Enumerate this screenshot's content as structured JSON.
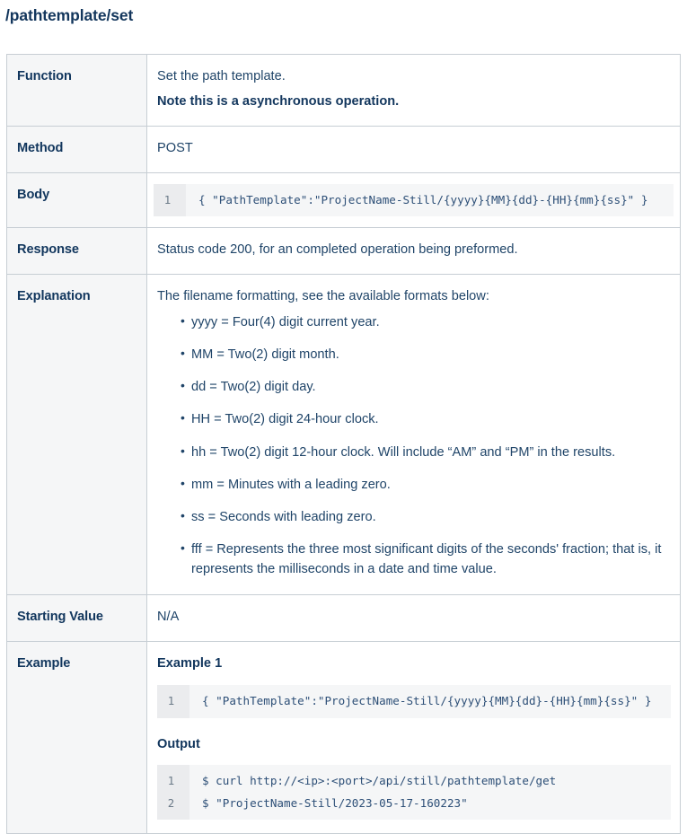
{
  "page": {
    "title": "/pathtemplate/set"
  },
  "table": {
    "rows": {
      "function": {
        "label": "Function",
        "lines": [
          "Set the path template.",
          "Note this is a asynchronous operation."
        ]
      },
      "method": {
        "label": "Method",
        "value": "POST"
      },
      "body": {
        "label": "Body",
        "code": {
          "lines": [
            {
              "number": "1",
              "text": "{ \"PathTemplate\":\"ProjectName-Still/{yyyy}{MM}{dd}-{HH}{mm}{ss}\" }"
            }
          ]
        }
      },
      "response": {
        "label": "Response",
        "value": "Status code 200, for an completed operation being preformed."
      },
      "explanation": {
        "label": "Explanation",
        "intro": "The filename formatting, see the available formats below:",
        "items": [
          "yyyy = Four(4) digit current year.",
          "MM = Two(2) digit month.",
          "dd = Two(2) digit day.",
          "HH = Two(2) digit 24-hour clock.",
          "hh = Two(2) digit 12-hour clock. Will include “AM” and “PM” in the results.",
          "mm = Minutes with a leading zero.",
          "ss = Seconds with leading zero.",
          "fff = Represents the three most significant digits of the seconds' fraction; that is, it represents the milliseconds in a date and time value."
        ]
      },
      "starting_value": {
        "label": "Starting Value",
        "value": "N/A"
      },
      "example": {
        "label": "Example",
        "heading_1": "Example 1",
        "code_1": {
          "lines": [
            {
              "number": "1",
              "text": "{ \"PathTemplate\":\"ProjectName-Still/{yyyy}{MM}{dd}-{HH}{mm}{ss}\" }"
            }
          ]
        },
        "heading_output": "Output",
        "code_output": {
          "lines": [
            {
              "number": "1",
              "text": "$ curl http://<ip>:<port>/api/still/pathtemplate/get"
            },
            {
              "number": "2",
              "text": "$ \"ProjectName-Still/2023-05-17-160223\""
            }
          ]
        }
      }
    }
  },
  "colors": {
    "heading": "#13365c",
    "body_text": "#1f4468",
    "table_border": "#c7ced4",
    "label_bg": "#f5f6f7",
    "code_bg": "#f5f6f7",
    "code_gutter_bg": "#ebecee",
    "code_text": "#2d4f77"
  }
}
